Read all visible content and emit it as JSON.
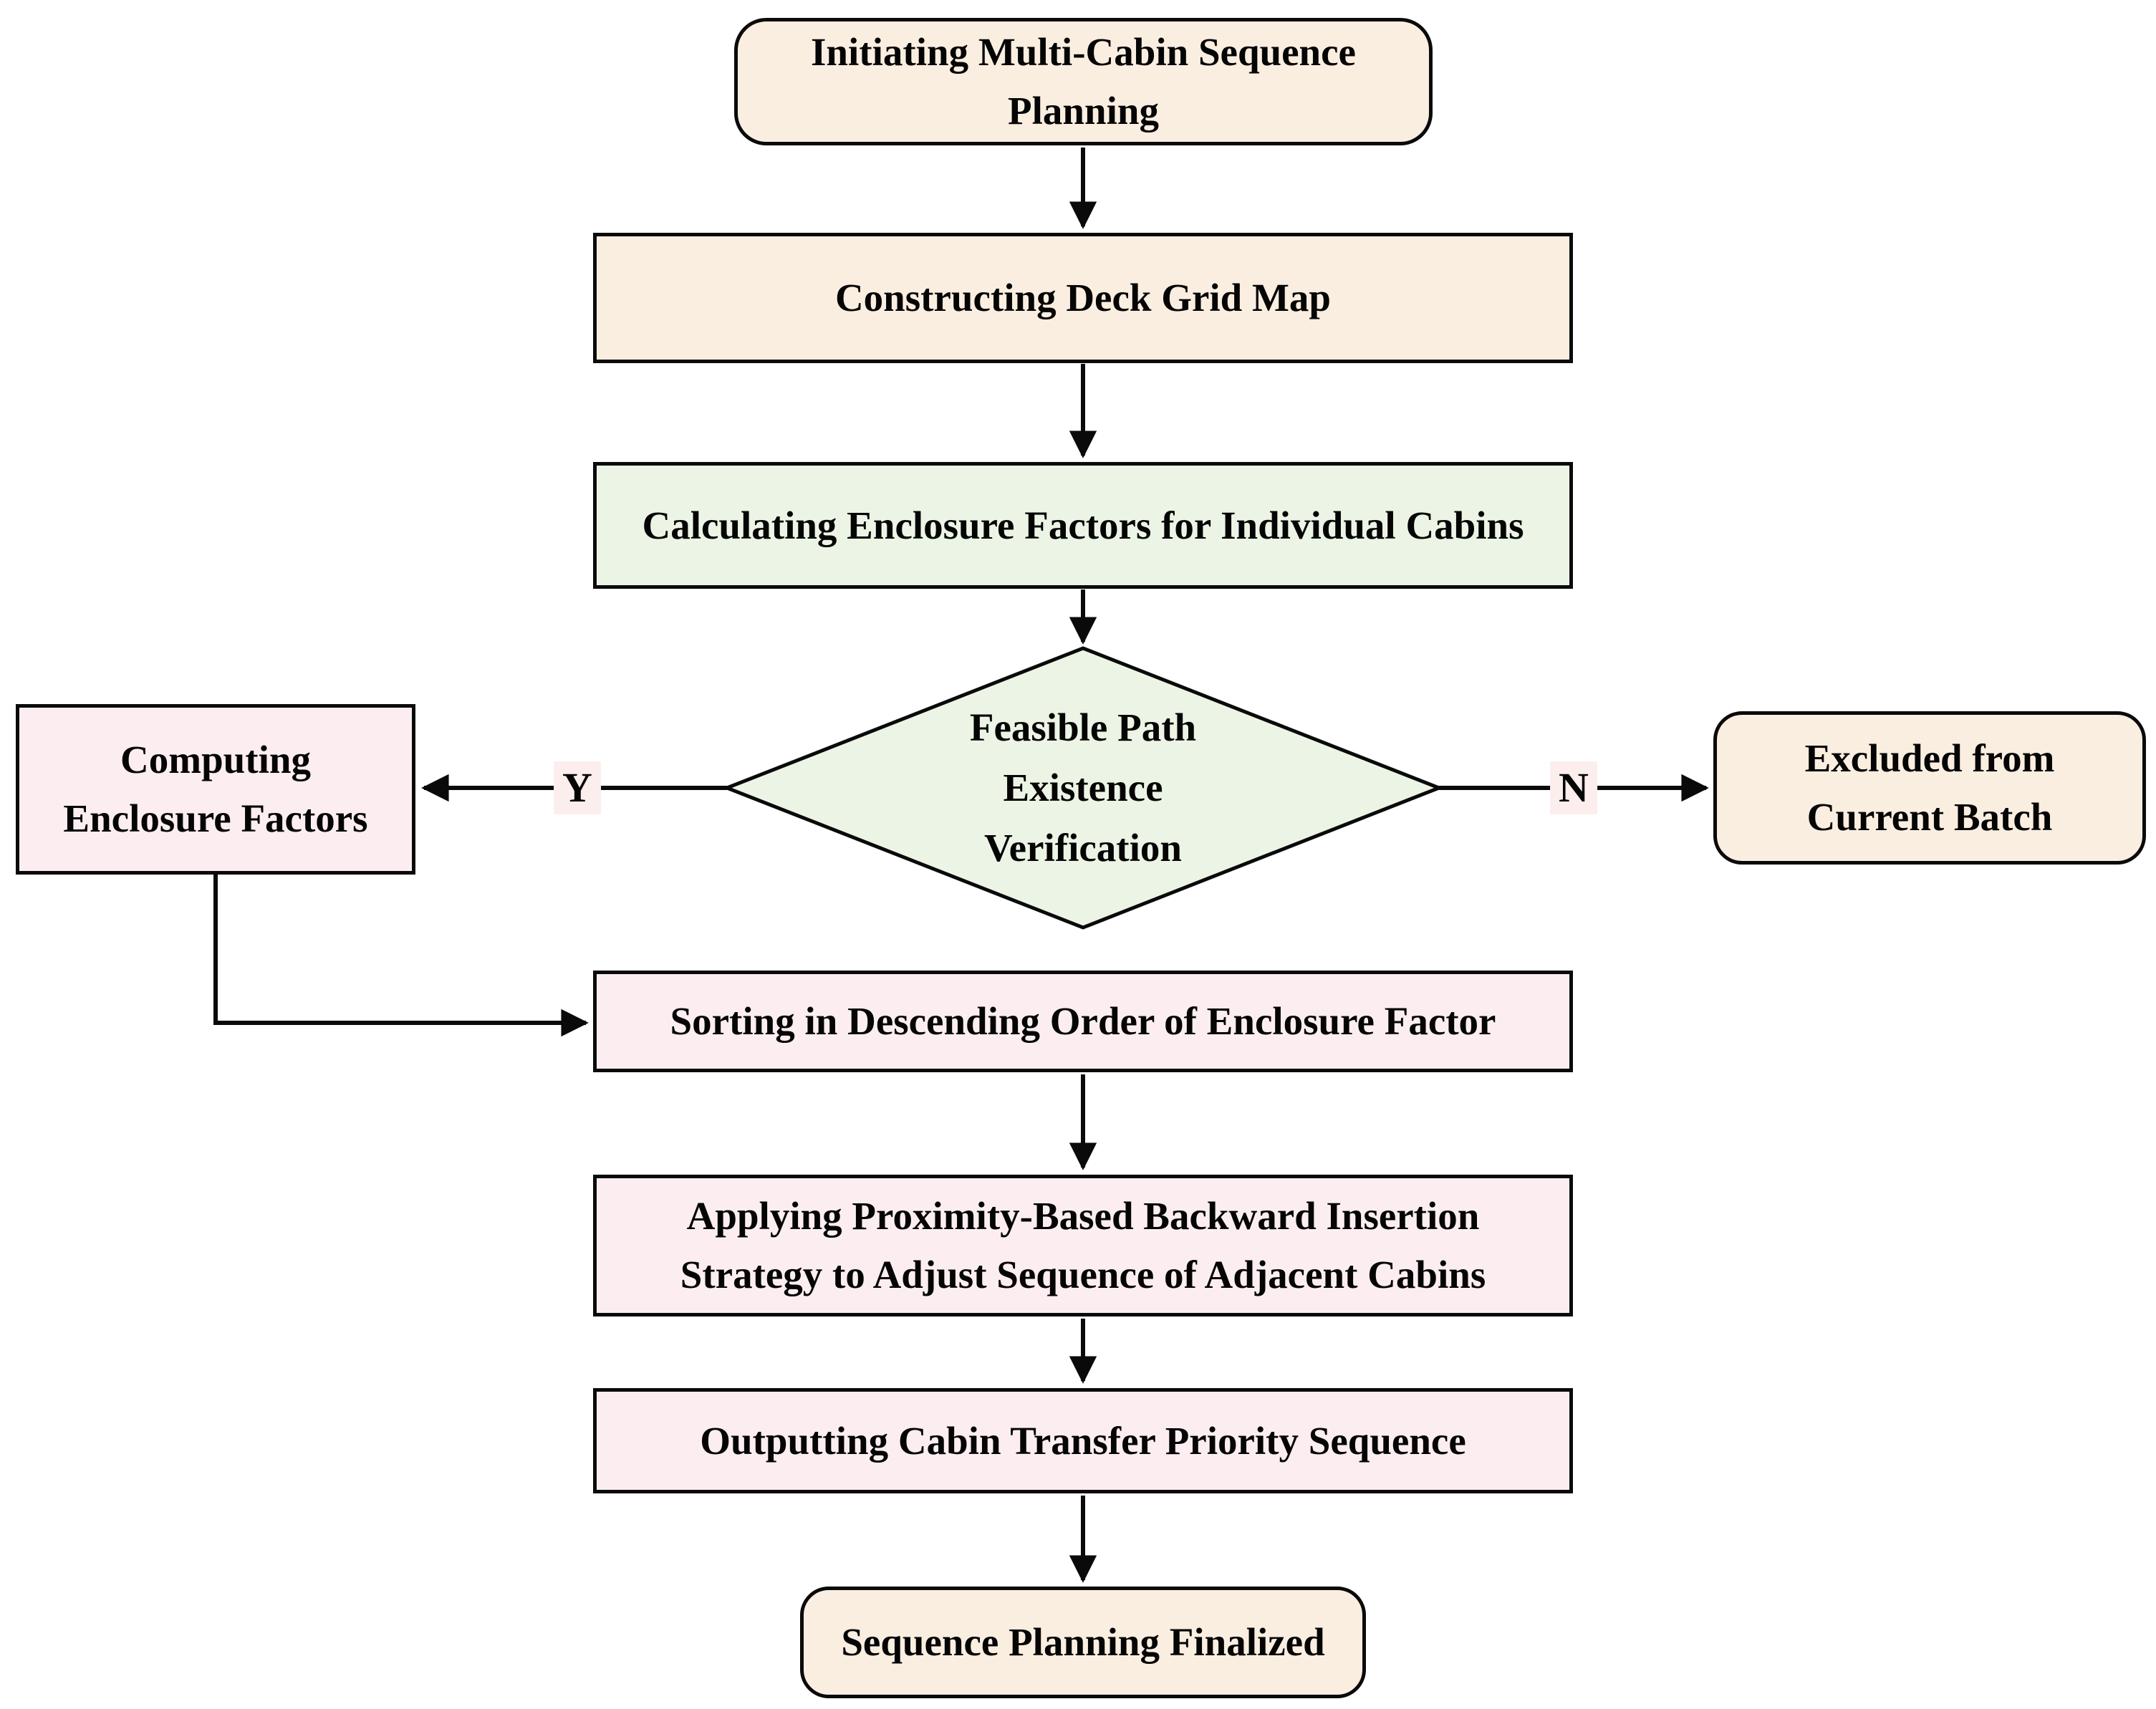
{
  "diagram": {
    "type": "flowchart",
    "nodes": {
      "start": {
        "shape": "rounded-rect",
        "line1": "Initiating Multi-Cabin Sequence",
        "line2": "Planning"
      },
      "deck": {
        "shape": "rect",
        "line1": "Constructing Deck Grid Map"
      },
      "calc": {
        "shape": "rect",
        "line1": "Calculating Enclosure Factors for Individual Cabins"
      },
      "decision": {
        "shape": "diamond",
        "line1": "Feasible Path",
        "line2": "Existence",
        "line3": "Verification"
      },
      "computing": {
        "shape": "rect",
        "line1": "Computing",
        "line2": "Enclosure Factors"
      },
      "excluded": {
        "shape": "rounded-rect",
        "line1": "Excluded from",
        "line2": "Current Batch"
      },
      "sorting": {
        "shape": "rect",
        "line1": "Sorting in Descending Order of Enclosure Factor"
      },
      "applying": {
        "shape": "rect",
        "line1": "Applying Proximity-Based Backward Insertion",
        "line2": "Strategy to Adjust Sequence of Adjacent Cabins"
      },
      "outputting": {
        "shape": "rect",
        "line1": "Outputting Cabin Transfer Priority Sequence"
      },
      "final": {
        "shape": "rounded-rect",
        "line1": "Sequence Planning Finalized"
      }
    },
    "edges": {
      "yes_label": "Y",
      "no_label": "N"
    },
    "colors": {
      "cream": "#faeee1",
      "green": "#ecf5e5",
      "pink": "#fceef0",
      "label_bg": "#fdeeee",
      "line": "#0a0a0a",
      "text": "#050505",
      "background": "#ffffff"
    }
  }
}
